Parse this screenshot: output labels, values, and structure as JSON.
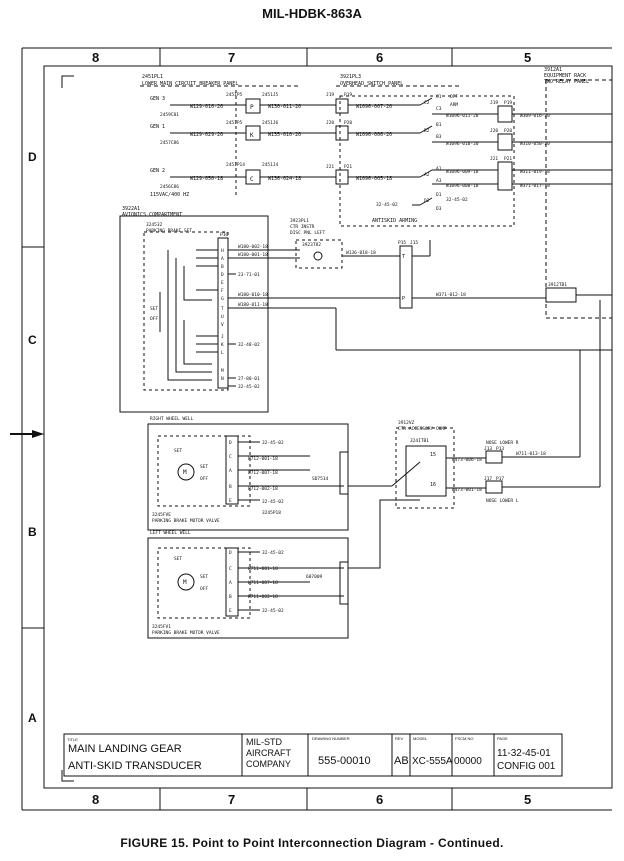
{
  "header": "MIL-HDBK-863A",
  "caption": "FIGURE 15. Point to Point Interconnection Diagram - Continued.",
  "zones": {
    "top": [
      "8",
      "7",
      "6",
      "5"
    ],
    "bottom": [
      "8",
      "7",
      "6",
      "5"
    ],
    "left": [
      "D",
      "C",
      "B",
      "A"
    ]
  },
  "panels": {
    "lmcb": {
      "id": "2451PL1",
      "name": "LOWER MAIN CIRCUIT BREAKER PANEL"
    },
    "overhead": {
      "id": "3921PL3",
      "name": "OVERHEAD SWITCH PANEL"
    },
    "relay": {
      "id": "3912A1",
      "name1": "EQUIPMENT RACK",
      "name2": "TWO RELAY PANEL"
    },
    "avionics": {
      "id": "3922A1",
      "name": "AVIONICS COMPARTMENT"
    },
    "pbs": {
      "id": "324532",
      "name": "PARKING BRAKE SET"
    },
    "ctr": {
      "id1": "3923PL1",
      "id2": "CTR INSTR",
      "id3": "DISC PNL LEFT",
      "lamp": "3923T82"
    },
    "antiskid": "ANTISKID ARMING",
    "rww": "RIGHT WHEEL WELL",
    "lww": "LEFT WHEEL WELL",
    "pbmv_r": {
      "id": "3245FVE",
      "name": "PARKING BRAKE MOTOR VALVE"
    },
    "pbmv_l": {
      "id": "3245FV1",
      "name": "PARKING BRAKE MOTOR VALVE"
    },
    "acc": {
      "id1": "3912VZ",
      "id2": "CTR ACCESSORY COMP",
      "id3": "324ITB1"
    },
    "tb": "3912TB1",
    "nose_r": "NOSE LOWER R",
    "nose_l": "NOSE LOWER L"
  },
  "gens": [
    {
      "label": "GEN 3",
      "ids": [
        "2451P5",
        "2451J5"
      ],
      "cb": "2459C81",
      "wire": "W129-010-20",
      "pin": "P",
      "out": "W130-011-20"
    },
    {
      "label": "GEN 1",
      "ids": [
        "2451P5",
        "2451J6"
      ],
      "cb": "2457C86",
      "wire": "W129-029-20",
      "pin": "K",
      "out": "W135-010-20"
    },
    {
      "label": "GEN 2",
      "ids": [
        "2451P14",
        "2451J4"
      ],
      "cb": "2456C86",
      "wire": "W129-050-18",
      "pin": "C",
      "out": "W136-024-18"
    }
  ],
  "gen_note": "115VAC/400 HZ",
  "overhead_conns": [
    "J19",
    "P19",
    "J20",
    "P20",
    "J21",
    "P21"
  ],
  "overhead_wires": [
    "W1096-007-20",
    "W1096-006-20",
    "W1096-005-18"
  ],
  "switch_labels": [
    "C1",
    "C2",
    "C3",
    "B1",
    "B2",
    "B3",
    "A1",
    "A2",
    "A3",
    "D1",
    "D2",
    "D3"
  ],
  "arm_labels": [
    "OFF",
    "ARM"
  ],
  "switch_wires": [
    "W1096-011-20",
    "W1096-010-20",
    "W1096-009-18",
    "W1096-008-18",
    "32-45-02"
  ],
  "relay_pins": [
    "J19",
    "P19",
    "J20",
    "P20",
    "J21",
    "P21"
  ],
  "relay_wires": [
    "W309-016-20",
    "W310-050-20",
    "W311-019-18",
    "W371-017-18"
  ],
  "pbs_conn": "P16",
  "pbs_pins": [
    "H",
    "A",
    "B",
    "D",
    "E",
    "F",
    "G",
    "T",
    "U",
    "V",
    "J",
    "K",
    "L",
    "M",
    "N"
  ],
  "pbs_wires": [
    "W180-002-18",
    "W180-001-18",
    "23-71-01",
    "W180-010-18",
    "W180-011-18",
    "32-48-02",
    "27-88-01",
    "32-45-02"
  ],
  "set_off": [
    "SET",
    "OFF"
  ],
  "ctr_wire": "W136-018-18",
  "t_pins": [
    "T",
    "P"
  ],
  "tb_conns": [
    "P15",
    "J15"
  ],
  "tb_wire": "W371-012-18",
  "rww_pins": [
    "D",
    "C",
    "A",
    "B",
    "E"
  ],
  "rww_wires": [
    "32-45-02",
    "W712-001-18",
    "W712-007-18",
    "W712-002-18",
    "32-45-02"
  ],
  "rww_refs": [
    "SD7514",
    "3245P18"
  ],
  "motor_labels": [
    "SET",
    "OFF",
    "M"
  ],
  "lww_pins": [
    "D",
    "C",
    "A",
    "B",
    "E"
  ],
  "lww_wires": [
    "32-45-02",
    "W711-001-18",
    "W711-007-18",
    "W711-002-18",
    "32-45-02"
  ],
  "lww_refs": [
    "607009"
  ],
  "acc_pins": [
    "15",
    "16"
  ],
  "acc_wires": [
    "W473-006-18",
    "W473-001-18"
  ],
  "nose_conns": [
    "J13",
    "P13",
    "J17",
    "P17"
  ],
  "nose_wire": "W711-013-18",
  "title_block": {
    "title_label": "TITLE",
    "title1": "MAIN LANDING GEAR",
    "title2": "ANTI-SKID TRANSDUCER",
    "company1": "MIL-STD",
    "company2": "AIRCRAFT",
    "company3": "COMPANY",
    "dwg_label": "DRAWING NUMBER",
    "dwg": "555-00010",
    "rev_label": "REV",
    "rev": "AB",
    "model_label": "MODEL",
    "model": "XC-555A",
    "fscm_label": "FSCM NO",
    "fscm": "00000",
    "page_label": "PAGE",
    "page1": "11-32-45-01",
    "page2": "CONFIG 001"
  }
}
